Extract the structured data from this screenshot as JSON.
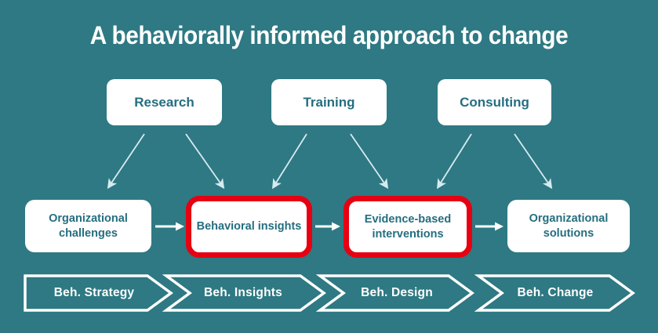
{
  "title": "A behaviorally informed approach to change",
  "colors": {
    "background": "#2e7983",
    "box_background": "#ffffff",
    "box_text": "#256e80",
    "highlight_border": "#e60012",
    "diagonal_arrow": "#d6ebf1",
    "horizontal_arrow": "#ffffff",
    "chevron_outline": "#ffffff",
    "chevron_text": "#ffffff",
    "title_text": "#ffffff"
  },
  "top_boxes": [
    {
      "label": "Research"
    },
    {
      "label": "Training"
    },
    {
      "label": "Consulting"
    }
  ],
  "flow_boxes": [
    {
      "label": "Organizational challenges",
      "highlighted": false
    },
    {
      "label": "Behavioral insights",
      "highlighted": true
    },
    {
      "label": "Evidence-based interventions",
      "highlighted": true
    },
    {
      "label": "Organizational solutions",
      "highlighted": false
    }
  ],
  "chevrons": [
    {
      "label": "Beh. Strategy"
    },
    {
      "label": "Beh. Insights"
    },
    {
      "label": "Beh. Design"
    },
    {
      "label": "Beh. Change"
    }
  ]
}
